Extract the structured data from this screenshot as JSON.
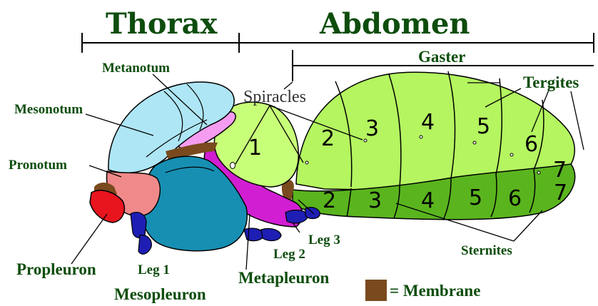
{
  "headers": {
    "thorax": "Thorax",
    "abdomen": "Abdomen",
    "gaster": "Gaster"
  },
  "labels": {
    "metanotum": "Metanotum",
    "mesonotum": "Mesonotum",
    "pronotum": "Pronotum",
    "propleuron": "Propleuron",
    "mesopleuron": "Mesopleuron",
    "metapleuron": "Metapleuron",
    "spiracles": "Spiracles",
    "tergites": "Tergites",
    "sternites": "Sternites",
    "leg1": "Leg 1",
    "leg2": "Leg 2",
    "leg3": "Leg 3"
  },
  "tergite_numbers": [
    "1",
    "2",
    "3",
    "4",
    "5",
    "6",
    "7"
  ],
  "sternite_numbers": [
    "2",
    "3",
    "4",
    "5",
    "6",
    "7"
  ],
  "legend": {
    "text": "= Membrane",
    "color": "#7a4a1e"
  },
  "colors": {
    "mesonotum": "#aee6f5",
    "pronotum": "#f08a8a",
    "propleuron": "#e8141e",
    "mesopleuron": "#178fb3",
    "metapleuron": "#d21ed2",
    "metanotum": "#f59cf0",
    "propodeum": "#c8ff78",
    "tergites": "#b4f560",
    "sternites": "#5ab41e",
    "legs": "#1e1eb4",
    "membrane": "#7a4a1e",
    "text": "#0d4d0d"
  }
}
